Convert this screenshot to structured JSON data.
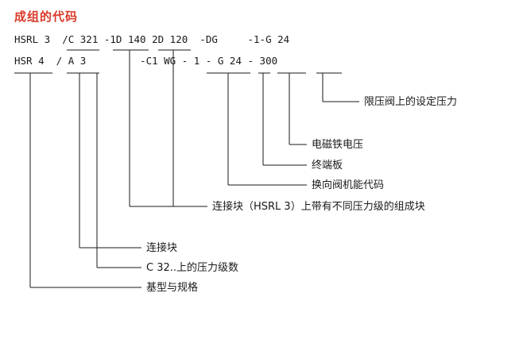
{
  "title": "成组的代码",
  "code_line_1": "HSRL 3  /C 321 -1D 140 2D 120  -DG     -1-G 24",
  "code_line_2": "HSR 4  / A 3         -C1 WG - 1 - G 24 - 300",
  "labels": {
    "pressure_setting": "限压阀上的设定压力",
    "solenoid_voltage": "电磁铁电压",
    "end_plate": "终端板",
    "directional_valve_code": "换向阀机能代码",
    "connecting_block_pressure_levels": "连接块（HSRL 3）上带有不同压力级的组成块",
    "connecting_block": "连接块",
    "pressure_levels": "C 32..上的压力级数",
    "base_type_spec": "基型与规格"
  }
}
